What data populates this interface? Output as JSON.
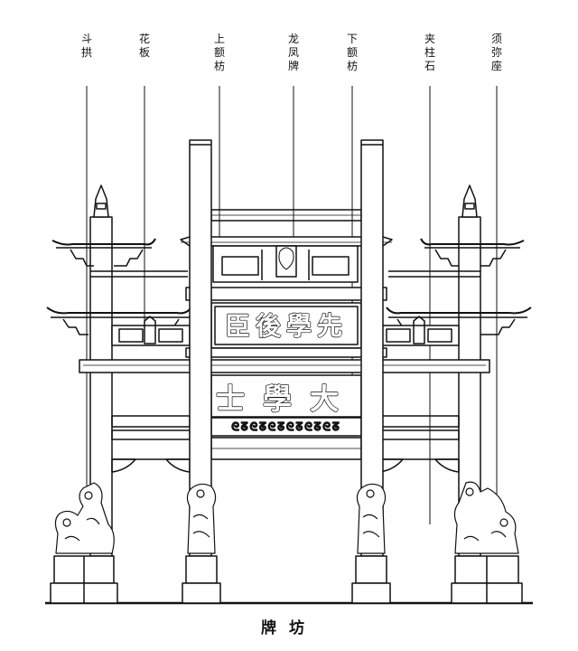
{
  "labels": [
    {
      "id": "dougong",
      "text": "斗拱"
    },
    {
      "id": "huaban",
      "text": "花板"
    },
    {
      "id": "shang-efang",
      "text": "上额枋"
    },
    {
      "id": "longfengpai",
      "text": "龙凤牌"
    },
    {
      "id": "xia-efang",
      "text": "下额枋"
    },
    {
      "id": "jiazhushi",
      "text": "夹柱石"
    },
    {
      "id": "xumizuo",
      "text": "须弥座"
    }
  ],
  "plaques": {
    "upper": "臣後學先",
    "lower": "士學大",
    "band": "ᘓᘔᘓᘔᘓᘔᘓᘔᘓᘔᘓᘔ"
  },
  "caption": "牌坊"
}
